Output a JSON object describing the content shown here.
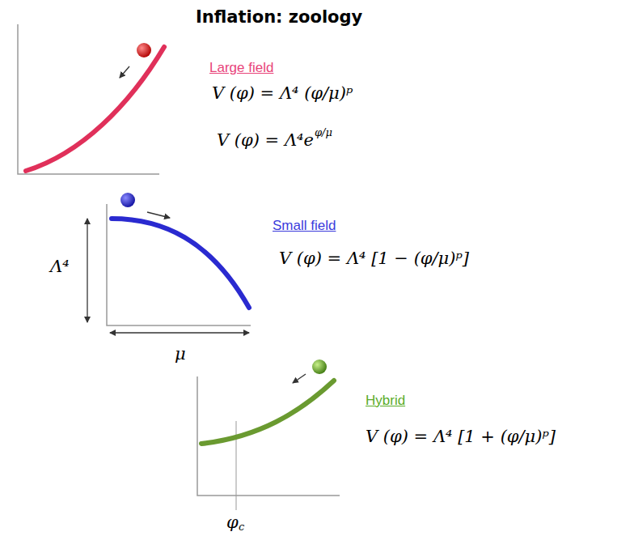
{
  "diagram": {
    "title": "Inflation: zoology",
    "labels": [
      "Large field",
      "V (φ) = Λ⁴ (φ/μ)ᵖ",
      "V (φ) = Λ⁴e",
      "φ/μ",
      "Small field",
      "V (φ) = Λ⁴ [1 − (φ/μ)ᵖ]",
      "Λ⁴",
      "μ",
      "Hybrid",
      "V (φ) = Λ⁴ [1 + (φ/μ)ᵖ]",
      "φ",
      "c"
    ]
  }
}
